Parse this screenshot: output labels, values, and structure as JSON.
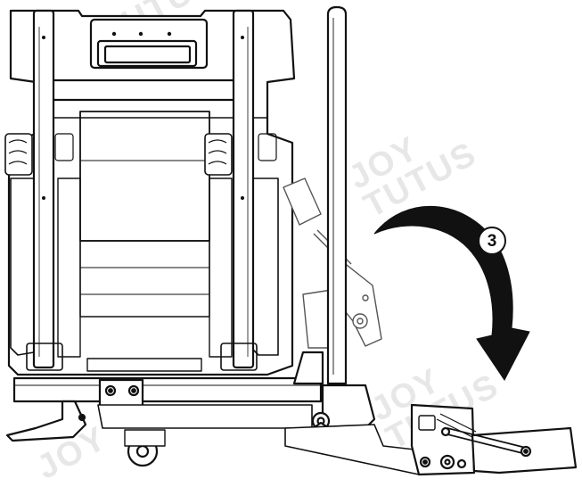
{
  "diagram": {
    "step_number": "3",
    "watermark": {
      "line1": "JOY",
      "line2": "TUTUS"
    }
  }
}
